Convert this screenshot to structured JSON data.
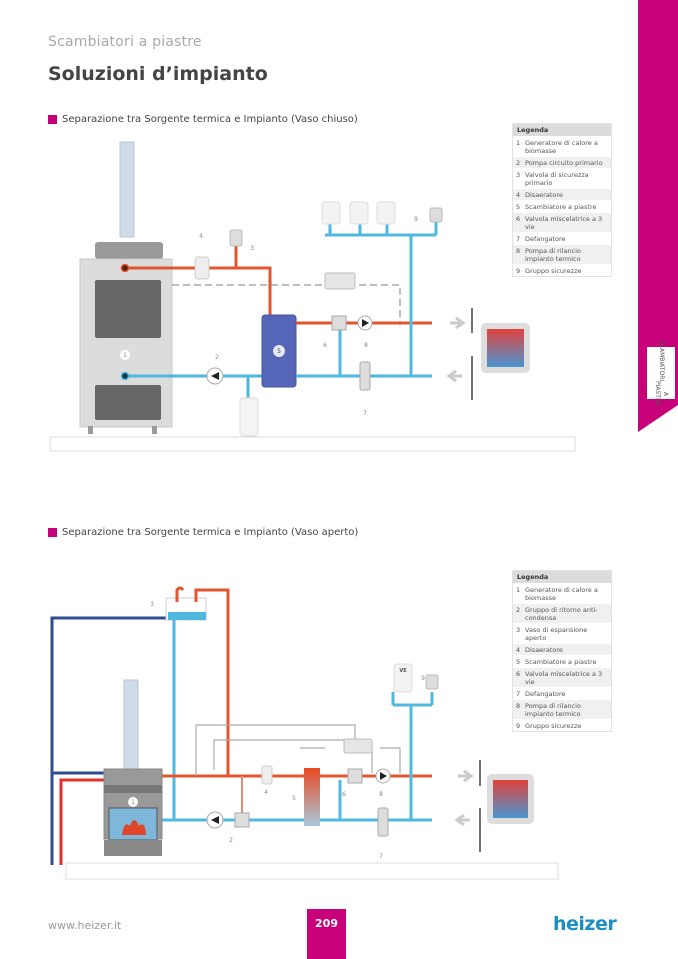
{
  "header": {
    "section": "Scambiatori a piastre",
    "title": "Soluzioni d’impianto"
  },
  "side_tab": {
    "line1": "SCAMBIATORI",
    "line2": "A PIASTRE",
    "color": "#c8007a"
  },
  "diagrams": [
    {
      "heading": "Separazione tra Sorgente termica  e Impianto (Vaso chiuso)",
      "legend_title": "Legenda",
      "legend": [
        {
          "n": "1",
          "label": "Generatore di calore a biomasse"
        },
        {
          "n": "2",
          "label": "Pompa circuito primario"
        },
        {
          "n": "3",
          "label": "Valvola di sicurezza primario"
        },
        {
          "n": "4",
          "label": "Disaeratore"
        },
        {
          "n": "5",
          "label": "Scambiatore a piastre"
        },
        {
          "n": "6",
          "label": "Valvola miscelatrice a 3 vie"
        },
        {
          "n": "7",
          "label": "Defangatore"
        },
        {
          "n": "8",
          "label": "Pompa di rilancio impianto termico"
        },
        {
          "n": "9",
          "label": "Gruppo sicurezze"
        }
      ],
      "markers": [
        "1",
        "2",
        "3",
        "4",
        "5",
        "6",
        "7",
        "8",
        "9"
      ]
    },
    {
      "heading": "Separazione tra Sorgente termica  e Impianto (Vaso aperto)",
      "legend_title": "Legenda",
      "legend": [
        {
          "n": "1",
          "label": "Generatore di calore a biomasse"
        },
        {
          "n": "2",
          "label": "Gruppo di ritorno anti-condensa"
        },
        {
          "n": "3",
          "label": "Vaso di espansione aperto"
        },
        {
          "n": "4",
          "label": "Disaeratore"
        },
        {
          "n": "5",
          "label": "Scambiatore a piastre"
        },
        {
          "n": "6",
          "label": "Valvola miscelatrice a 3 vie"
        },
        {
          "n": "7",
          "label": "Defangatore"
        },
        {
          "n": "8",
          "label": "Pompa di rilancio impianto termico"
        },
        {
          "n": "9",
          "label": "Gruppo sicurezze"
        }
      ],
      "markers": [
        "1",
        "2",
        "3",
        "4",
        "5",
        "6",
        "7",
        "8",
        "9"
      ],
      "vessel_label": "VE"
    }
  ],
  "colors": {
    "hot_pipe": "#e0572f",
    "cold_pipe": "#4fb8de",
    "dark_blue_pipe": "#2f4c8c",
    "accent": "#c8007a",
    "brand": "#1b8fc2"
  },
  "footer": {
    "url": "www.heizer.it",
    "page_number": "209",
    "brand": "heizer"
  }
}
